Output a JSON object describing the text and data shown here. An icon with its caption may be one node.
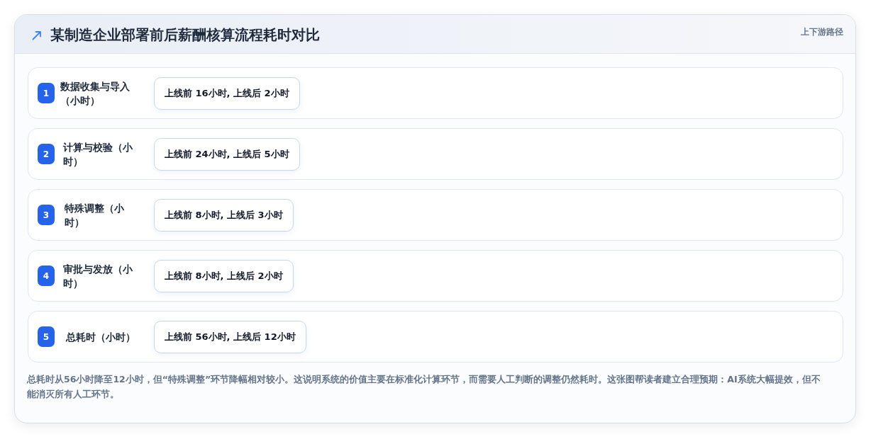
{
  "diagram": {
    "title": "某制造企业部署前后薪酬核算流程耗时对比",
    "caption": "总耗时从56小时降至12小时，但“特殊调整”环节降幅相对较小。这说明系统的价值主要在标准化计算环节，而需要人工判断的调整仍然耗时。这张图帮读者建立合理预期：AI系统大幅提效，但不能消灭所有人工环节。",
    "nodes": [
      {
        "text": [
          "数据收集与导入（小时）"
        ]
      },
      {
        "text": [
          "1"
        ],
        "in": 0
      },
      {
        "text": [
          "上线前 16小时, 上线后 2小时"
        ],
        "in": 0
      },
      {
        "text": [
          "计算与校验（小时）"
        ]
      },
      {
        "text": [
          "2"
        ],
        "in": 3
      },
      {
        "text": [
          "上线前 24小时, 上线后 5小时"
        ],
        "in": 3
      },
      {
        "text": [
          "特殊调整（小时）"
        ]
      },
      {
        "text": [
          "3"
        ],
        "in": 6
      },
      {
        "text": [
          "上线前 8小时, 上线后 3小时"
        ],
        "in": 6
      },
      {
        "text": [
          "审批与发放（小时）"
        ]
      },
      {
        "text": [
          "4"
        ],
        "in": 9
      },
      {
        "text": [
          "上线前 8小时, 上线后 2小时"
        ],
        "in": 9
      },
      {
        "text": [
          "总耗时（小时）"
        ]
      },
      {
        "text": [
          "5"
        ],
        "in": 12
      },
      {
        "text": [
          "上线前 56小时, 上线后 12小时"
        ],
        "in": 12
      }
    ],
    "labels": [
      "上下游路径"
    ]
  }
}
